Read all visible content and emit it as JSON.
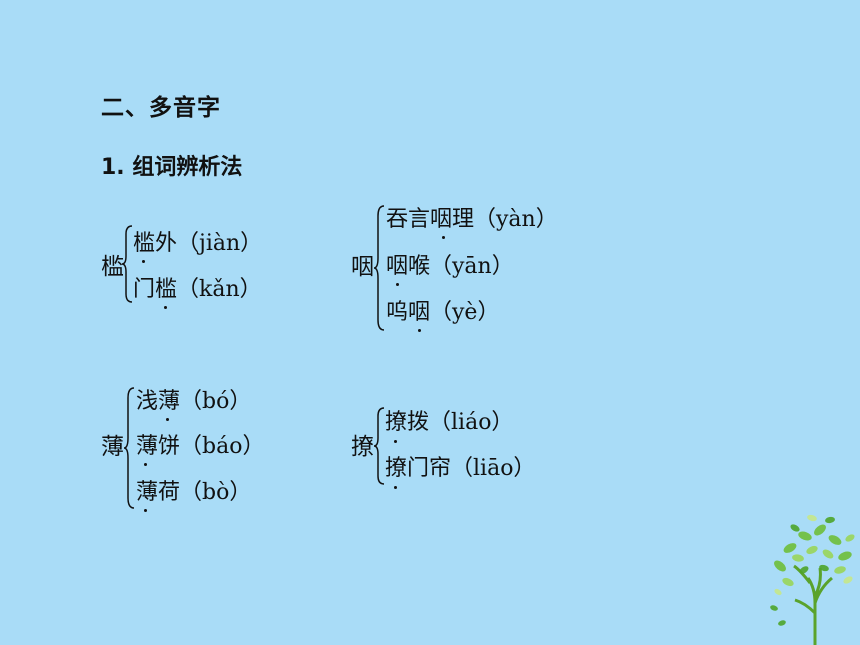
{
  "section_title": "二、多音字",
  "method_title": "1. 组词辨析法",
  "groups": [
    {
      "char": "槛",
      "entries": [
        "槛外（jiàn）",
        "门槛（kǎn）"
      ]
    },
    {
      "char": "咽",
      "entries": [
        "吞言咽理（yàn）",
        "咽喉（yān）",
        "呜咽（yè）"
      ]
    },
    {
      "char": "薄",
      "entries": [
        "浅薄（bó）",
        "薄饼（báo）",
        "薄荷（bò）"
      ]
    },
    {
      "char": "撩",
      "entries": [
        "撩拨（liáo）",
        "撩门帘（liāo）"
      ]
    }
  ],
  "decoration": {
    "tree_icon": "tree-icon",
    "leaf_colors": [
      "#6fbf3a",
      "#9ad65a",
      "#4ea52a",
      "#c6e88a"
    ]
  }
}
